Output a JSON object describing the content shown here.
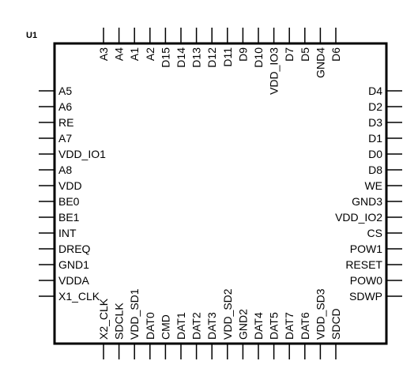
{
  "component": {
    "ref": "U1",
    "pins_left": [
      "A5",
      "A6",
      "RE",
      "A7",
      "VDD_IO1",
      "A8",
      "VDD",
      "BE0",
      "BE1",
      "INT",
      "DREQ",
      "GND1",
      "VDDA",
      "X1_CLK"
    ],
    "pins_right": [
      "D4",
      "D2",
      "D3",
      "D1",
      "D0",
      "D8",
      "WE",
      "GND3",
      "VDD_IO2",
      "CS",
      "POW1",
      "RESET",
      "POW0",
      "SDWP"
    ],
    "pins_top": [
      "A3",
      "A4",
      "A1",
      "A2",
      "D15",
      "D14",
      "D13",
      "D12",
      "D11",
      "D9",
      "D10",
      "VDD_IO3",
      "D7",
      "D5",
      "GND4",
      "D6"
    ],
    "pins_bottom": [
      "X2_CLK",
      "SDCLK",
      "VDD_SD1",
      "DAT0",
      "CMD",
      "DAT1",
      "DAT2",
      "DAT3",
      "VDD_SD2",
      "GND2",
      "DAT4",
      "DAT5",
      "DAT7",
      "DAT6",
      "VDD_SD3",
      "SDCD"
    ]
  }
}
